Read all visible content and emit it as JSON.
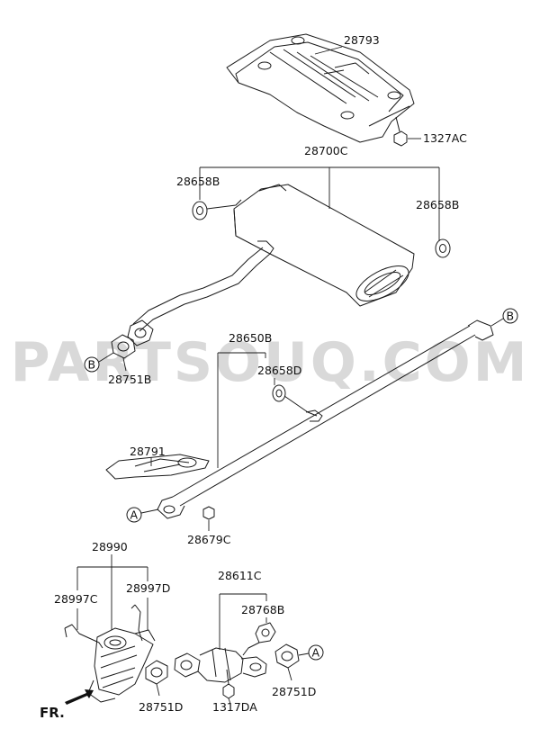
{
  "watermark": "PARTSOUQ.COM",
  "labels": {
    "heat_protector": "28793",
    "nut_1327AC": "1327AC",
    "muffler_assy": "28700C",
    "hanger_left": "28658B",
    "hanger_right": "28658B",
    "gasket_center": "28751B",
    "center_pipe": "28650B",
    "hanger_center": "28658D",
    "center_protector": "28791",
    "nut_center": "28679C",
    "catalytic_converter": "28990",
    "bracket_left": "28997C",
    "bracket_right": "28997D",
    "front_pipe": "28611C",
    "front_hanger": "28768B",
    "gasket_cat": "28751D",
    "nut_front": "1317DA",
    "gasket_front": "28751D",
    "fr": "FR."
  },
  "callouts": {
    "b_top": "B",
    "b_left": "B",
    "a_center": "A",
    "a_front": "A"
  }
}
